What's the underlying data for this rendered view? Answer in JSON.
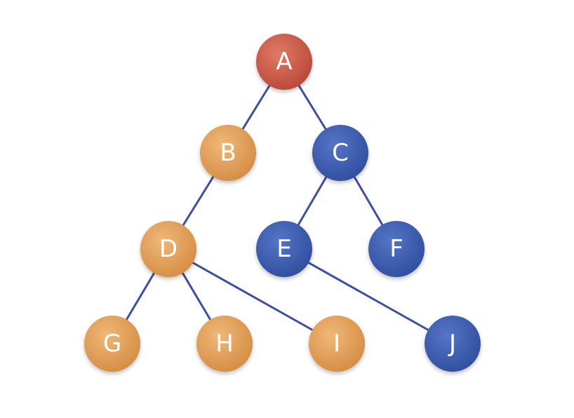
{
  "colors": {
    "root": "#c85a4a",
    "left_subtree": "#e0a05a",
    "right_subtree": "#3b5cb2",
    "edge": "#3d4f9e",
    "label": "#ffffff"
  },
  "tree": {
    "nodes": [
      {
        "id": "A",
        "label": "A",
        "group": "root"
      },
      {
        "id": "B",
        "label": "B",
        "group": "left_subtree"
      },
      {
        "id": "C",
        "label": "C",
        "group": "right_subtree"
      },
      {
        "id": "D",
        "label": "D",
        "group": "left_subtree"
      },
      {
        "id": "E",
        "label": "E",
        "group": "right_subtree"
      },
      {
        "id": "F",
        "label": "F",
        "group": "right_subtree"
      },
      {
        "id": "G",
        "label": "G",
        "group": "left_subtree"
      },
      {
        "id": "H",
        "label": "H",
        "group": "left_subtree"
      },
      {
        "id": "I",
        "label": "I",
        "group": "left_subtree"
      },
      {
        "id": "J",
        "label": "J",
        "group": "right_subtree"
      }
    ],
    "edges": [
      {
        "from": "A",
        "to": "B"
      },
      {
        "from": "A",
        "to": "C"
      },
      {
        "from": "B",
        "to": "D"
      },
      {
        "from": "C",
        "to": "E"
      },
      {
        "from": "C",
        "to": "F"
      },
      {
        "from": "D",
        "to": "G"
      },
      {
        "from": "D",
        "to": "H"
      },
      {
        "from": "D",
        "to": "I"
      },
      {
        "from": "E",
        "to": "J"
      }
    ]
  }
}
